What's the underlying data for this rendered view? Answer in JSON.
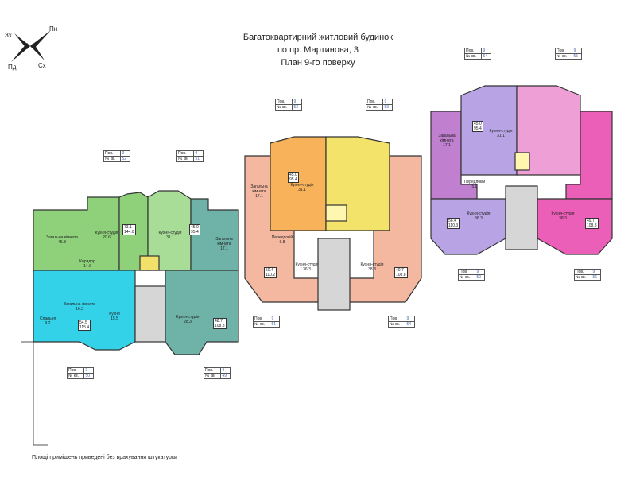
{
  "header": {
    "line1": "Багатоквартирний житловий будинок",
    "line2": "по пр. Мартинова, 3",
    "line3": "План 9-го поверху"
  },
  "compass": {
    "n": "Пн",
    "w": "Зх",
    "s": "Пд",
    "e": "Сх"
  },
  "footnote": "Площі приміщень приведені без врахування штукатурки",
  "tag_labels": {
    "floor": "Пов.",
    "apt": "№ кв."
  },
  "tags": [
    {
      "floor": "9",
      "apt": "52"
    },
    {
      "floor": "9",
      "apt": "51"
    },
    {
      "floor": "9",
      "apt": "53"
    },
    {
      "floor": "9",
      "apt": "53"
    },
    {
      "floor": "9",
      "apt": "54"
    },
    {
      "floor": "9",
      "apt": "55"
    },
    {
      "floor": "9",
      "apt": "50"
    },
    {
      "floor": "9",
      "apt": "49"
    },
    {
      "floor": "9",
      "apt": "51"
    },
    {
      "floor": "9",
      "apt": "54"
    },
    {
      "floor": "9",
      "apt": "50"
    },
    {
      "floor": "9",
      "apt": "56"
    }
  ],
  "colors": {
    "green": "#8fd17a",
    "green_light": "#a8dd98",
    "cyan": "#34d2e8",
    "teal": "#6fb3a8",
    "salmon": "#f4b7a0",
    "orange": "#f7b25a",
    "yellow": "#f3e36a",
    "violet": "#b8a4e4",
    "pink_light": "#ee9fd6",
    "magenta": "#ec5fb8",
    "purple": "#c07fcf",
    "stair": "#d6d6d6",
    "wall": "#333333"
  },
  "rooms": {
    "a1": "Загальна кімната",
    "a1v": "45.8",
    "a2": "Кухня-студія",
    "a2v": "20.6",
    "a3": "Коридор",
    "a3v": "14.6",
    "a4": "73.1",
    "a4b": "144.0",
    "a5": "Кухня-студія",
    "a5v": "31.1",
    "a6": "45.0",
    "a6b": "95.4",
    "a7": "Загальна кімната",
    "a7v": "17.1",
    "b1": "Спальня",
    "b1v": "9.2",
    "b2": "Загальна кімната",
    "b2v": "16.3",
    "b3": "Кухня",
    "b3v": "15.5",
    "b4": "54.5",
    "b4b": "115.4",
    "b5": "Кухня-студія",
    "b5v": "28.3",
    "b6": "48.7",
    "b6b": "108.8",
    "c1": "Загальна кімната",
    "c1v": "17.1",
    "c2": "Кухня-студія",
    "c2v": "31.1",
    "c3": "45.0",
    "c3b": "95.4",
    "c4": "Передпокій",
    "c4v": "6.8",
    "c5": "Кухня-студія",
    "c5v": "36.3",
    "c6": "50.4",
    "c6b": "110.2",
    "c7": "Кухня-студія",
    "c7v": "38.3",
    "c8": "40.7",
    "c8b": "108.8",
    "d1": "Загальна кімната",
    "d1v": "17.1",
    "d2": "Кухня-студія",
    "d2v": "31.1",
    "d3": "45.0",
    "d3b": "95.4",
    "d4": "Передпокій",
    "d4v": "5.9",
    "d5": "Кухня-студія",
    "d5v": "36.3",
    "d6": "56.4",
    "d6b": "110.3",
    "d7": "Кухня-студія",
    "d7v": "38.3",
    "d8": "49.7",
    "d8b": "108.8"
  }
}
